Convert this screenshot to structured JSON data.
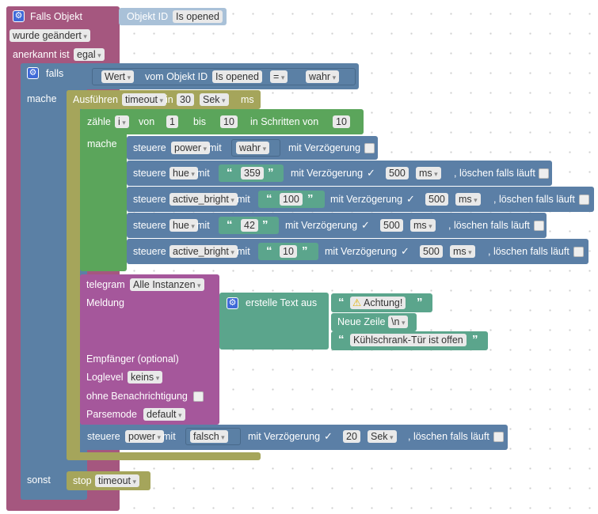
{
  "trigger": {
    "title": "Falls Objekt",
    "objekt_label": "Objekt ID",
    "objekt_value": "Is opened",
    "changed": "wurde geändert",
    "ack_label": "anerkannt ist",
    "ack_value": "egal"
  },
  "if_block": {
    "label": "falls",
    "do_label": "mache",
    "else_label": "sonst",
    "cond": {
      "wert": "Wert",
      "vom_objekt": "vom Objekt ID",
      "objekt": "Is opened",
      "op": "=",
      "value": "wahr"
    }
  },
  "timeout": {
    "label": "Ausführen",
    "name": "timeout",
    "in": "in",
    "value": "30",
    "unit": "Sek",
    "suffix": "ms"
  },
  "loop": {
    "label": "zähle",
    "var": "i",
    "von": "von",
    "from": "1",
    "bis": "bis",
    "to": "10",
    "step_label": "in Schritten von",
    "step": "10",
    "do_label": "mache"
  },
  "setters": [
    {
      "label": "steuere",
      "target": "power",
      "mit": "mit",
      "value": "wahr",
      "delay": "mit Verzögerung"
    },
    {
      "label": "steuere",
      "target": "hue",
      "mit": "mit",
      "value": "359",
      "delay": "mit Verzögerung",
      "ms": "500",
      "unit": "ms",
      "clear": ", löschen falls läuft"
    },
    {
      "label": "steuere",
      "target": "active_bright",
      "mit": "mit",
      "value": "100",
      "delay": "mit Verzögerung",
      "ms": "500",
      "unit": "ms",
      "clear": ", löschen falls läuft"
    },
    {
      "label": "steuere",
      "target": "hue",
      "mit": "mit",
      "value": "42",
      "delay": "mit Verzögerung",
      "ms": "500",
      "unit": "ms",
      "clear": ", löschen falls läuft"
    },
    {
      "label": "steuere",
      "target": "active_bright",
      "mit": "mit",
      "value": "10",
      "delay": "mit Verzögerung",
      "ms": "500",
      "unit": "ms",
      "clear": ", löschen falls läuft"
    }
  ],
  "telegram": {
    "label": "telegram",
    "instance": "Alle Instanzen",
    "message": "Meldung",
    "create_text": "erstelle Text aus",
    "text1": "Achtung!",
    "newline_label": "Neue Zeile",
    "newline_value": "\\n",
    "text2": "Kühlschrank-Tür ist offen",
    "recipient": "Empfänger (optional)",
    "loglevel_label": "Loglevel",
    "loglevel_value": "keins",
    "silent": "ohne Benachrichtigung",
    "parse_label": "Parsemode",
    "parse_value": "default"
  },
  "final_set": {
    "label": "steuere",
    "target": "power",
    "mit": "mit",
    "value": "falsch",
    "delay": "mit Verzögerung",
    "value2": "20",
    "unit": "Sek",
    "clear": ", löschen falls läuft"
  },
  "stop": {
    "label": "stop",
    "value": "timeout"
  },
  "colors": {
    "trigger": "#a5577f",
    "logic": "#5b80a5",
    "timer": "#a5a55b",
    "loop": "#5ba55b",
    "action": "#5b7fa6",
    "text": "#5ba58c",
    "telegram": "#a5579b"
  },
  "icons": {
    "gear": "gear-icon",
    "warning": "warning-icon"
  }
}
